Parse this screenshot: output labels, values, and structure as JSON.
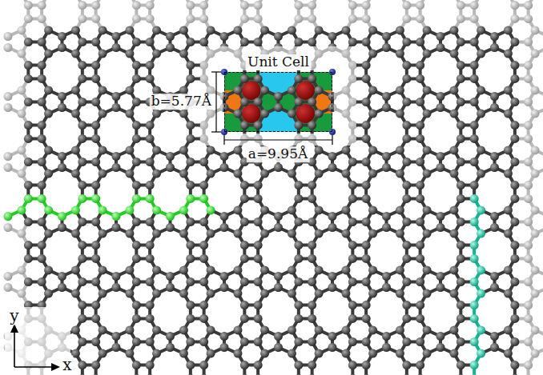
{
  "diagram": {
    "nodes": [
      {
        "text": [
          "Unit Cell"
        ]
      }
    ],
    "labels": [
      "b=5.77Å",
      "a=9.95Å",
      "y",
      "x"
    ]
  }
}
